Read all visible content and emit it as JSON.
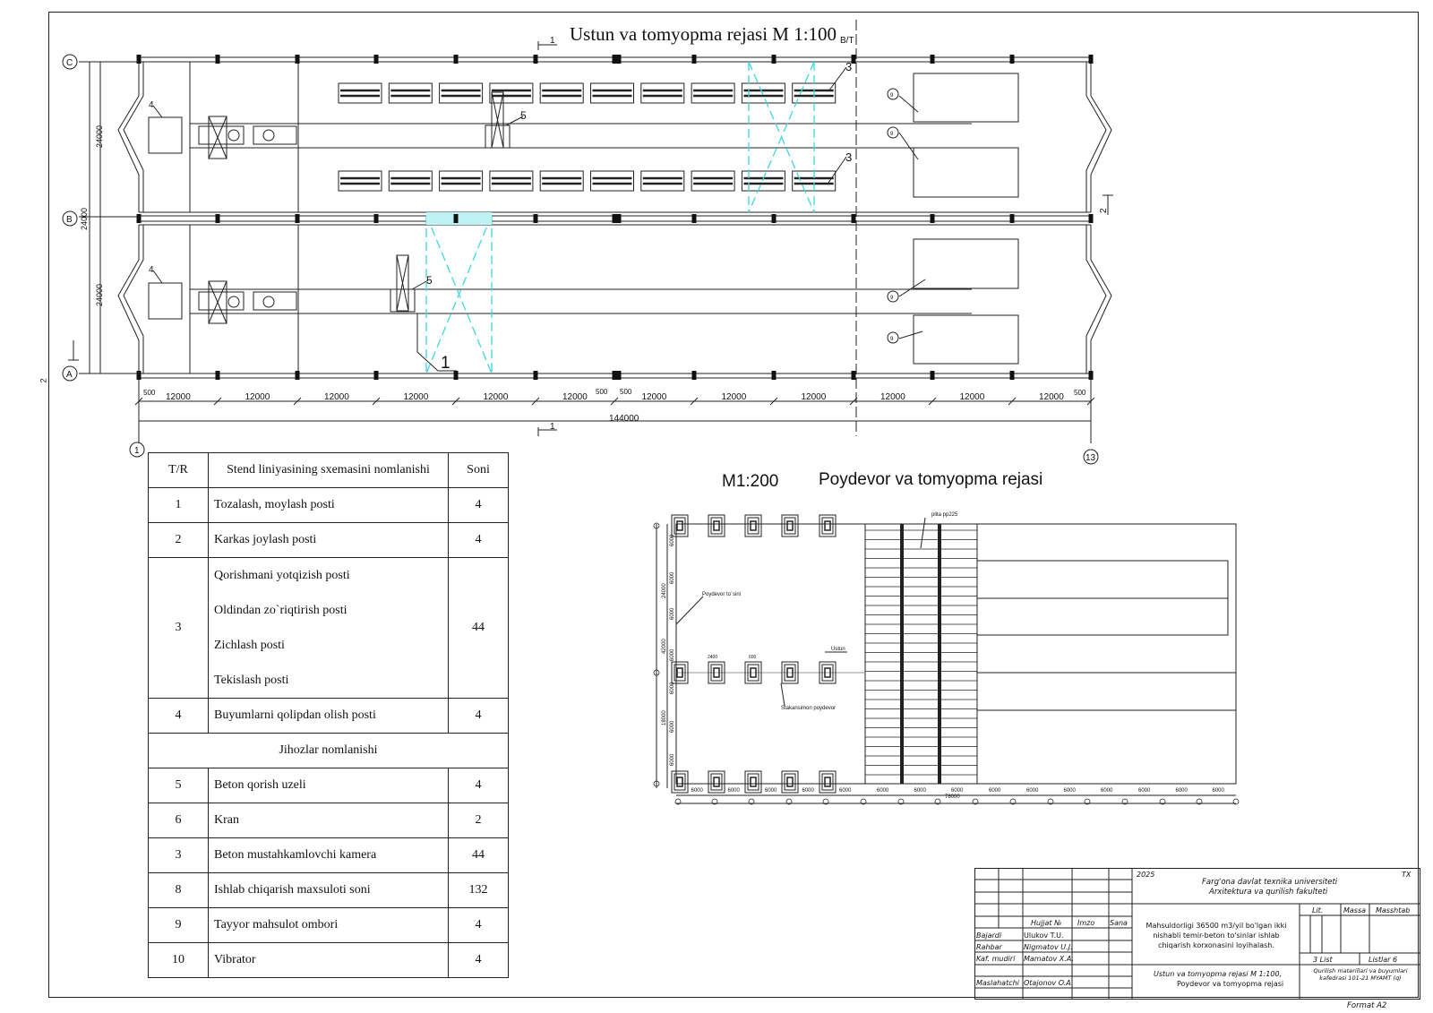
{
  "drawing": {
    "plan_title": "Ustun va tomyopma rejasi M 1:100",
    "cut_label": "1",
    "axes": {
      "rows": [
        "C",
        "B",
        "A"
      ],
      "start_col": "1",
      "end_col": "13"
    },
    "side_mark": "2",
    "section_mark": "2",
    "vertical_dims": [
      "24000",
      "24000",
      "24000"
    ],
    "bay_dims": [
      "12000",
      "12000",
      "12000",
      "12000",
      "12000",
      "12000",
      "12000",
      "12000",
      "12000",
      "12000",
      "12000",
      "12000"
    ],
    "small_dims": [
      "500",
      "500",
      "500",
      "500"
    ],
    "total_dim": "144000",
    "callouts": {
      "c3a": "3",
      "c3b": "3",
      "c4a": "4",
      "c4b": "4",
      "c5a": "5",
      "c5b": "5",
      "c1": "1",
      "c9": "9"
    },
    "ceiling_mark": "B/T"
  },
  "foundation": {
    "scale_label": "M1:200",
    "title": "Poydevor va tomyopma rejasi",
    "labels": {
      "wall": "Poydevor to`sini",
      "column": "Ustun",
      "stakan": "Stakansimon poydevor",
      "plita": "plita pp225"
    },
    "dim_6000": "6000",
    "dim_total": "78000",
    "left_dims": [
      "6000",
      "6000",
      "24000",
      "6000",
      "42000",
      "6000",
      "6000",
      "18000",
      "6000",
      "6000"
    ],
    "small_labels": [
      "2400",
      "600"
    ]
  },
  "table": {
    "headers": [
      "T/R",
      "Stend liniyasining sxemasini nomlanishi",
      "Soni"
    ],
    "rows": [
      {
        "num": "1",
        "name": "Tozalash, moylash posti",
        "qty": "4"
      },
      {
        "num": "2",
        "name": "Karkas joylash posti",
        "qty": "4"
      },
      {
        "num": "3",
        "names": [
          "Qorishmani yotqizish posti",
          "Oldindan zo`riqtirish posti",
          "Zichlash posti",
          "Tekislash posti"
        ],
        "qty": "44"
      },
      {
        "num": "4",
        "name": "Buyumlarni qolipdan olish posti",
        "qty": "4"
      }
    ],
    "section_header": "Jihozlar nomlanishi",
    "equipment": [
      {
        "num": "5",
        "name": "Beton qorish uzeli",
        "qty": "4"
      },
      {
        "num": "6",
        "name": "Kran",
        "qty": "2"
      },
      {
        "num": "3",
        "name": "Beton mustahkamlovchi kamera",
        "qty": "44"
      },
      {
        "num": "8",
        "name": "Ishlab chiqarish maxsuloti soni",
        "qty": "132"
      },
      {
        "num": "9",
        "name": "Tayyor mahsulot ombori",
        "qty": "4"
      },
      {
        "num": "10",
        "name": "Vibrator",
        "qty": "4"
      }
    ]
  },
  "stamp": {
    "year": "2025",
    "tx": "TX",
    "university": "Farg'ona davlat texnika universiteti",
    "faculty": "Arxitektura va qurilish fakulteti",
    "col_hujjat": "Hujjat №",
    "col_imzo": "Imzo",
    "col_sana": "Sana",
    "roles": [
      {
        "role": "Bajardi",
        "name": "Ulukov T.U."
      },
      {
        "role": "Rahbar",
        "name": "Nigmatov U.J."
      },
      {
        "role": "Kaf. mudiri",
        "name": "Mamatov X.A."
      },
      {
        "role": "Maslahatchi",
        "name": "Otajonov O.A."
      }
    ],
    "project": "Mahsuldorligi 36500 m3/yil bo'lgan ikki nishabli temir-beton to'sinlar ishlab chiqarish korxonasini loyihalash.",
    "lit": "Lit.",
    "massa": "Massa",
    "masshtab": "Masshtab",
    "sheet": "3 List",
    "sheets": "Listlar 6",
    "sheet_title_1": "Ustun va tomyopma rejasi M 1:100,",
    "sheet_title_2": "Poydevor va tomyopma rejasi",
    "dept": "Qurilish materillari va buyumlari kafedrasi 101-21 MYAMT (q)",
    "format": "Format A2"
  }
}
